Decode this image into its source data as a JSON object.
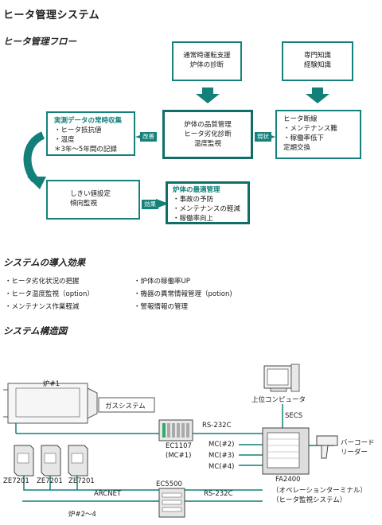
{
  "page_title": "ヒータ管理システム",
  "flow": {
    "title": "ヒータ管理フロー",
    "top_center": [
      "通常時運転支援",
      "炉体の診断"
    ],
    "top_right": [
      "専門知識",
      "経験知識"
    ],
    "left_box": {
      "head": "実測データの常時収集",
      "items": [
        "・ヒータ抵抗値",
        "・温度",
        "＊3年～5年間の記録"
      ]
    },
    "center_box": [
      "炉体の品質管理",
      "ヒータ劣化診断",
      "温度監視"
    ],
    "right_box": [
      "ヒータ断線",
      "・メンテナンス難",
      "・稼働率低下",
      "定期交換"
    ],
    "bottom_left": [
      "しきい値設定",
      "傾向監視"
    ],
    "bottom_right": {
      "head": "炉体の最適管理",
      "items": [
        "・事故の予防",
        "・メンテナンスの軽減",
        "・稼働率向上"
      ]
    },
    "tag_improve": "改善",
    "tag_current": "現状",
    "tag_effect": "効果"
  },
  "effects": {
    "title": "システムの導入効果",
    "left": [
      "・ヒータ劣化状況の把握",
      "・ヒータ温度監視（option）",
      "・メンテナンス作業軽減"
    ],
    "right": [
      "・炉体の稼働率UP",
      "・機器の異常情報管理（potion)",
      "・警報情報の管理"
    ]
  },
  "structure": {
    "title": "システム構造図",
    "furnace1": "炉#1",
    "gas_system": "ガスシステム",
    "host_computer": "上位コンピュータ",
    "secs": "SECS",
    "rs232c_top": "RS-232C",
    "ec1107": "EC1107",
    "mc1": "(MC#1)",
    "mc2": "MC(#2)",
    "mc3": "MC(#3)",
    "mc4": "MC(#4)",
    "barcode": [
      "バーコード",
      "リーダー"
    ],
    "ze1": "ZE7201",
    "ze2": "ZE7201",
    "ze3": "ZE7201",
    "ec5500": "EC5500",
    "arcnet": "ARCNET",
    "rs232c_bottom": "RS-232C",
    "fa2400": [
      "FA2400",
      "（オペレーションターミナル）",
      "（ヒータ監視システム）"
    ],
    "furnace24": "炉#2～4"
  },
  "colors": {
    "accent": "#14827b",
    "arrow": "#128078"
  }
}
